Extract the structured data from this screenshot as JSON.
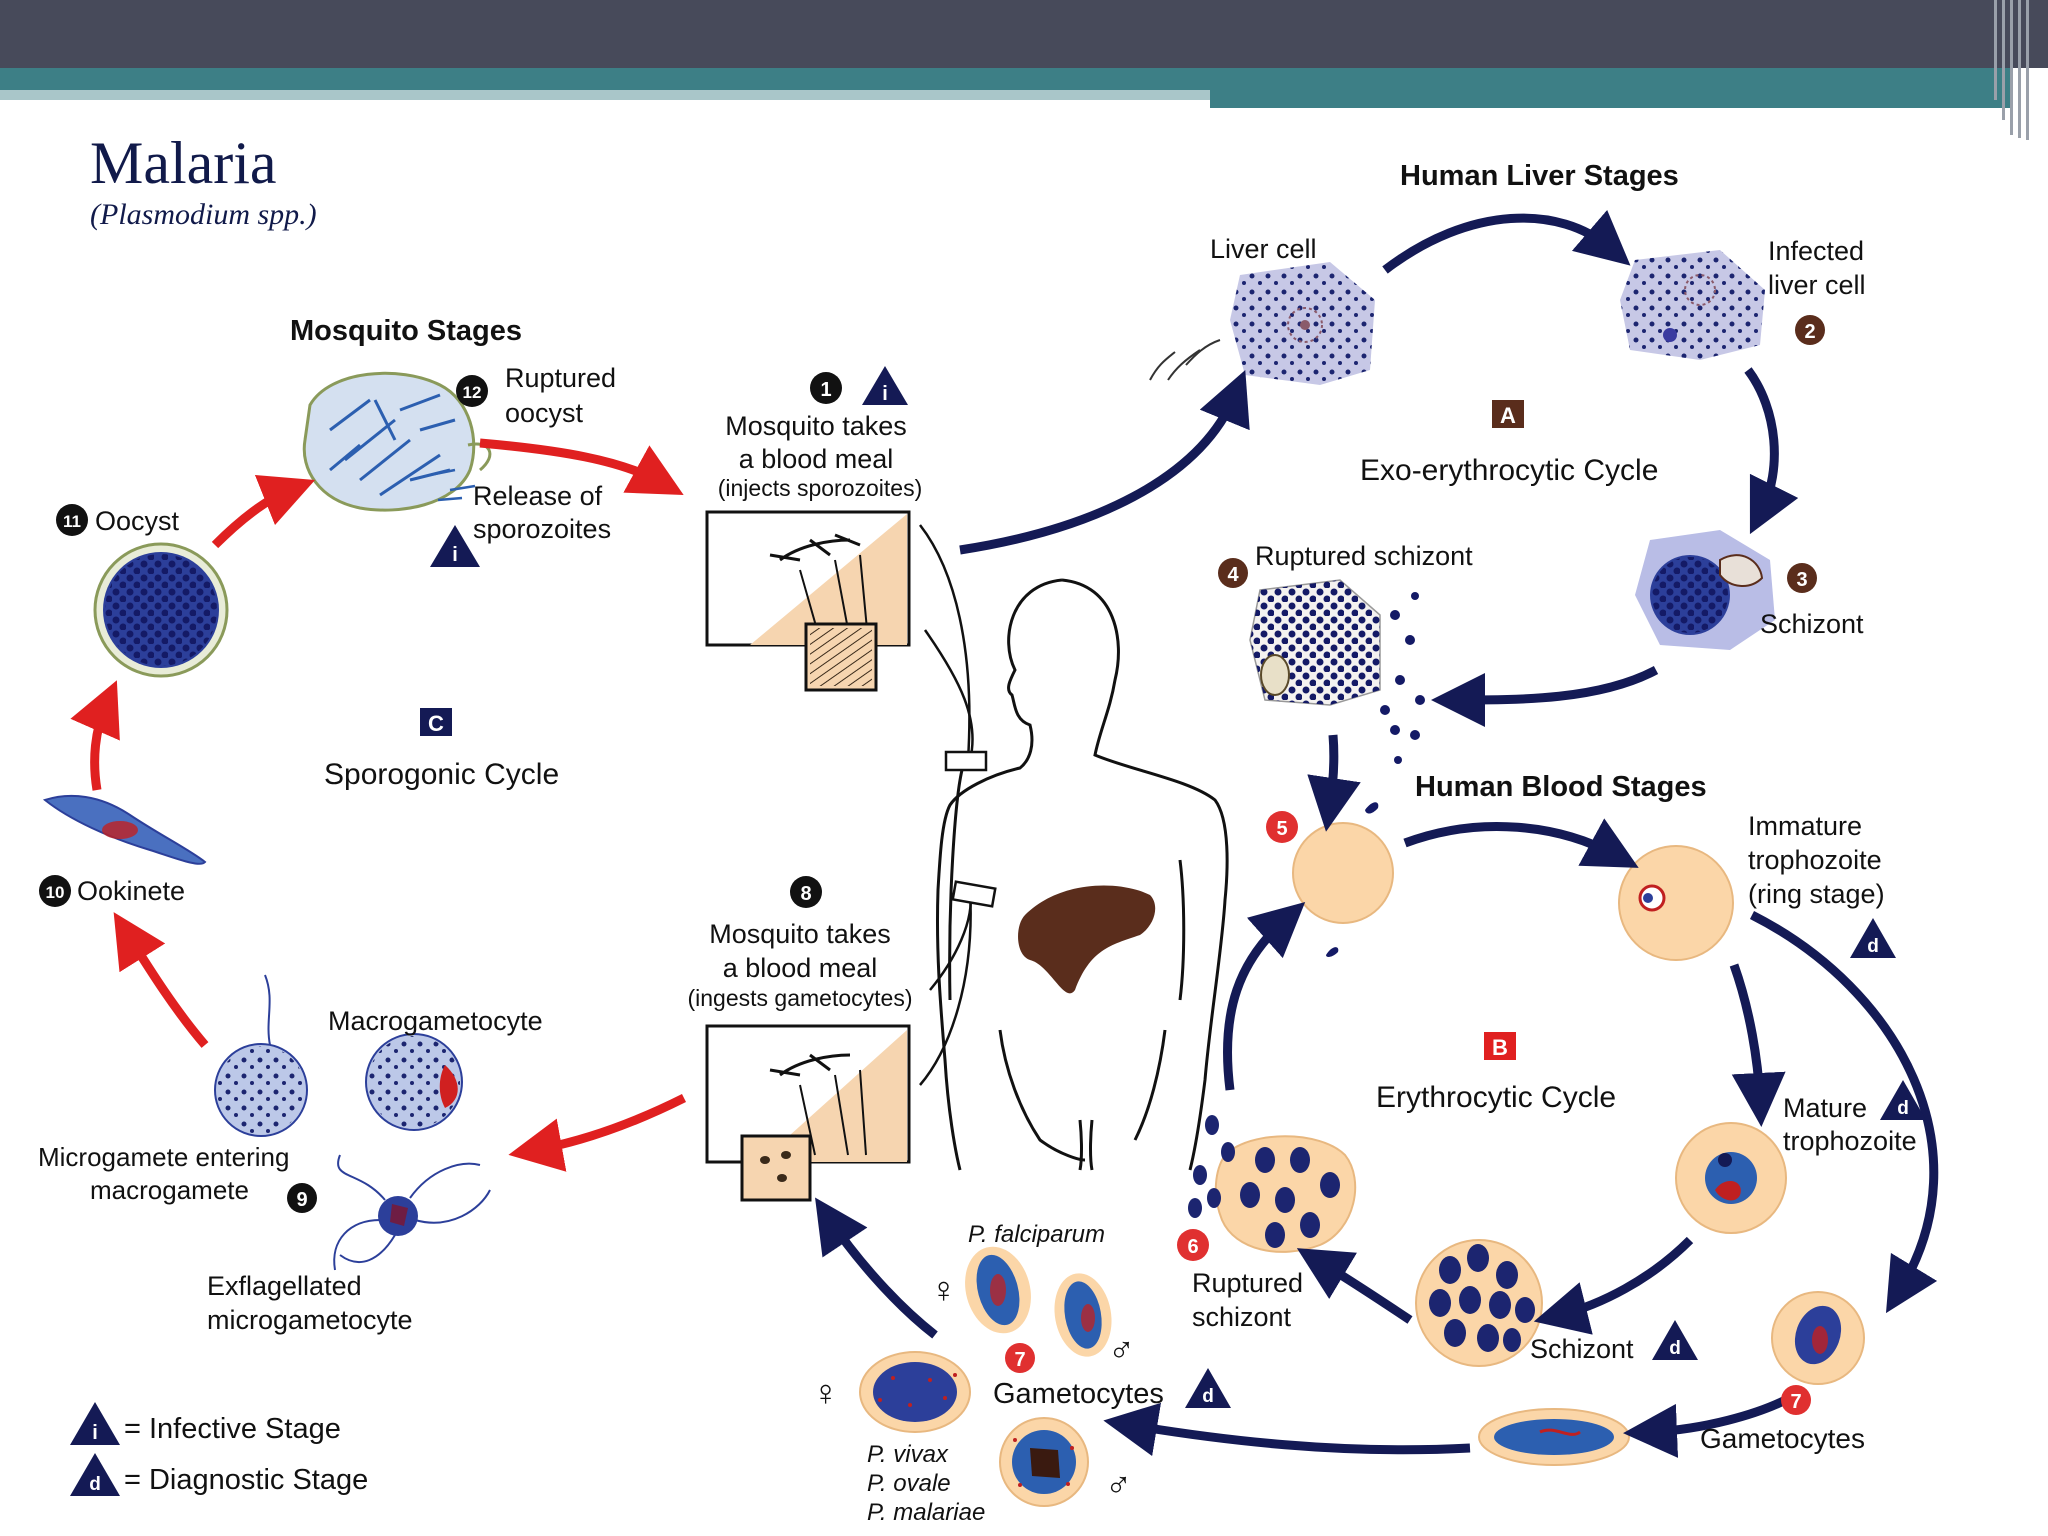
{
  "title": "Malaria",
  "subtitle": "(Plasmodium spp.)",
  "sections": {
    "liver": "Human Liver Stages",
    "blood": "Human Blood Stages",
    "mosquito": "Mosquito Stages"
  },
  "cycles": {
    "a_letter": "A",
    "a_label": "Exo-erythrocytic Cycle",
    "b_letter": "B",
    "b_label": "Erythrocytic Cycle",
    "c_letter": "C",
    "c_label": "Sporogonic Cycle"
  },
  "stages": {
    "s1_num": "1",
    "s1_line1": "Mosquito takes",
    "s1_line2": "a blood meal",
    "s1_line3": "(injects sporozoites)",
    "liver_cell": "Liver cell",
    "s2_num": "2",
    "s2_line1": "Infected",
    "s2_line2": "liver cell",
    "s3_num": "3",
    "s3_label": "Schizont",
    "s4_num": "4",
    "s4_label": "Ruptured schizont",
    "s5_num": "5",
    "imm_line1": "Immature",
    "imm_line2": "trophozoite",
    "imm_line3": "(ring stage)",
    "mature_line1": "Mature",
    "mature_line2": "trophozoite",
    "schizont_b": "Schizont",
    "s6_num": "6",
    "s6_line1": "Ruptured",
    "s6_line2": "schizont",
    "s7_num": "7",
    "gametocytes_right": "Gametocytes",
    "gametocytes_center": "Gametocytes",
    "falciparum": "P. falciparum",
    "vivax": "P. vivax",
    "ovale": "P. ovale",
    "malariae": "P. malariae",
    "s8_num": "8",
    "s8_line1": "Mosquito takes",
    "s8_line2": "a blood meal",
    "s8_line3": "(ingests gametocytes)",
    "s9_num": "9",
    "macrogametocyte": "Macrogametocyte",
    "micro_line1": "Microgamete entering",
    "micro_line2": "macrogamete",
    "exfl_line1": "Exflagellated",
    "exfl_line2": "microgametocyte",
    "s10_num": "10",
    "ookinete": "Ookinete",
    "s11_num": "11",
    "oocyst": "Oocyst",
    "s12_num": "12",
    "ruptured_line1": "Ruptured",
    "ruptured_line2": "oocyst",
    "release_line1": "Release of",
    "release_line2": "sporozoites"
  },
  "markers": {
    "infective": "i",
    "diagnostic": "d",
    "female": "♀",
    "male": "♂"
  },
  "legend": {
    "infective": "= Infective Stage",
    "diagnostic": "= Diagnostic Stage"
  },
  "colors": {
    "header_dark": "#474a5a",
    "header_teal": "#3d7f86",
    "arrow_navy": "#141a55",
    "arrow_red": "#e02020",
    "rbc": "#fbd6a8",
    "parasite_blue": "#2c3f9a",
    "liver": "#5a2d1c"
  }
}
